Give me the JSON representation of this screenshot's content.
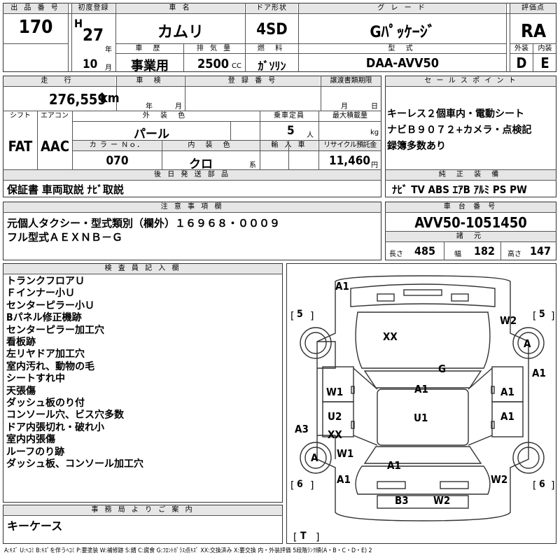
{
  "top_labels": {
    "lot_no": "出 品 番 号",
    "first_reg": "初度登録",
    "car_name": "車 名",
    "door": "ドア形状",
    "grade": "グ レ ー ド",
    "score": "評価点",
    "history": "車 歴",
    "displacement": "排 気 量",
    "fuel": "燃 料",
    "model_code": "型 式",
    "exterior": "外装",
    "interior": "内装"
  },
  "lot_no": "170",
  "era": "H",
  "year": "27",
  "year_unit": "年",
  "month": "10",
  "month_unit": "月",
  "car_name": "カムリ",
  "door": "4SD",
  "grade": "Gﾊﾟｯｹｰｼﾞ",
  "score": "RA",
  "history": "事業用",
  "displacement": "2500",
  "displacement_unit": "CC",
  "fuel": "ｶﾞｿﾘﾝ",
  "model_code": "DAA-AVV50",
  "ext_grade": "D",
  "int_grade": "E",
  "mid_labels": {
    "mileage": "走 行",
    "inspection": "車 検",
    "reg_no": "登 録 番 号",
    "transfer": "譲渡書類期限",
    "sales_point": "セ ー ル ス ポ イ ン ト",
    "shift": "シフト",
    "ac": "エアコン",
    "ext_color": "外 装 色",
    "capacity": "乗車定員",
    "max_load": "最大積載量",
    "color_no": "カ ラ ー Ｎｏ．",
    "int_color": "内 装 色",
    "import": "輸 入 車",
    "recycle": "リサイクル預託金",
    "later_parts": "後 日 発 送 部 品",
    "equipment": "純 正 装 備",
    "caution": "注 意 事 項 欄",
    "chassis_no": "車 台 番 号",
    "specs": "諸 元",
    "inspector": "検 査 員 記 入 欄",
    "office": "事 務 局 よ り ご 案 内"
  },
  "mileage": "276,559",
  "mileage_unit": "km",
  "year_label": "年",
  "month_label": "月",
  "shift": "FAT",
  "ac": "AAC",
  "ext_color": "パール",
  "capacity": "5",
  "capacity_unit": "人",
  "max_load_unit": "kg",
  "color_no": "070",
  "int_color": "クロ",
  "int_color_unit": "系",
  "recycle": "11,460",
  "recycle_unit": "円",
  "later_parts": "保証書 車両取説 ﾅﾋﾞ取説",
  "sales_points": [
    "キーレス２個車内・電動シート",
    "ナビＢ９０７２+カメラ・点検記",
    "録簿多数あり"
  ],
  "equipment": "ﾅﾋﾞ TV ABS ｴｱB ｱﾙﾐ PS PW",
  "caution": [
    "元個人タクシー・型式類別（欄外）１６９６８・０００９",
    "フル型式ＡＥＸＮＢ－Ｇ"
  ],
  "chassis_no": "AVV50-1051450",
  "specs": {
    "length_label": "長さ",
    "length": "485",
    "width_label": "幅",
    "width": "182",
    "height_label": "高さ",
    "height": "147"
  },
  "inspector_notes": [
    "トランクフロアＵ",
    "Ｆインナー小Ｕ",
    "センターピラー小Ｕ",
    "Bパネル修正機跡",
    "センターピラー加工穴",
    "看板跡",
    "左リヤドア加工穴",
    "室内汚れ、動物の毛",
    "シートすれ中",
    "天張傷",
    "ダッシュ板のり付",
    "コンソール穴、ビス穴多数",
    "ドア内張切れ・破れ小",
    "室内内張傷",
    "ルーフのり跡",
    "ダッシュ板、コンソール加工穴"
  ],
  "office_note": "キーケース",
  "diagram": {
    "tire_fl": "5",
    "tire_fr": "5",
    "tire_rl": "6",
    "tire_rr": "6",
    "spare": "T",
    "marks": {
      "front_bumper": "A1",
      "hood_xx": "XX",
      "right_fender_w2": "W2",
      "right_front_wheel": "A",
      "right_side_a1": "A1",
      "roof_g": "G",
      "left_front_door": "W1",
      "roof_a1": "A1",
      "right_front_door": "A1",
      "left_rear_door_u2": "U2",
      "left_rear_door_xx": "XX",
      "roof_u1": "U1",
      "right_rear_door": "A1",
      "left_quarter": "A3",
      "left_rear_wheel": "A",
      "left_rear_w1": "W1",
      "trunk_a1": "A1",
      "left_rear_bumper": "A1",
      "right_rear_w2": "W2",
      "rear_b3": "B3",
      "rear_w2": "W2"
    }
  },
  "legend": "A:ｷｽﾞ U:ﾍｺﾐ B:ｷｽﾞを伴うﾍｺﾐ P:要塗装 W:補修跡 S:錆 C:腐食 G:ﾌﾛﾝﾄｶﾞﾗｽ点ｷｽﾞ XX:交換済み X:要交換 内・外装評価 5段階ﾗﾝｸ順(A・B・C・D・E) 2"
}
